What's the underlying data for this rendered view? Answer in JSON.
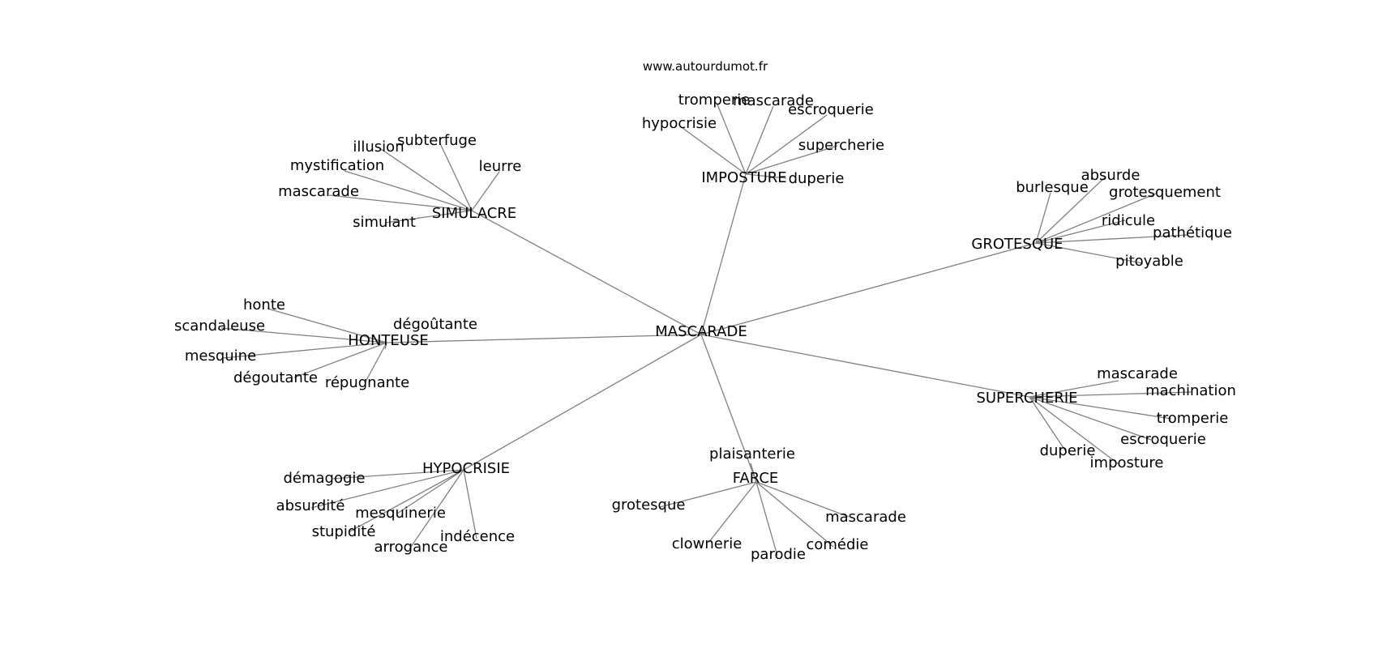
{
  "source": "www.autourdumot.fr",
  "graph": {
    "center": "MASCARADE",
    "clusters": [
      {
        "hub": "IMPOSTURE",
        "words": [
          "tromperie",
          "mascarade",
          "hypocrisie",
          "escroquerie",
          "supercherie",
          "duperie"
        ]
      },
      {
        "hub": "SIMULACRE",
        "words": [
          "subterfuge",
          "illusion",
          "mystification",
          "leurre",
          "mascarade",
          "simulant"
        ]
      },
      {
        "hub": "GROTESQUE",
        "words": [
          "absurde",
          "burlesque",
          "grotesquement",
          "ridicule",
          "pathétique",
          "pitoyable"
        ]
      },
      {
        "hub": "HONTEUSE",
        "words": [
          "honte",
          "dégoûtante",
          "scandaleuse",
          "mesquine",
          "dégoutante",
          "répugnante"
        ]
      },
      {
        "hub": "SUPERCHERIE",
        "words": [
          "mascarade",
          "machination",
          "tromperie",
          "escroquerie",
          "duperie",
          "imposture"
        ]
      },
      {
        "hub": "HYPOCRISIE",
        "words": [
          "démagogie",
          "absurdité",
          "mesquinerie",
          "stupidité",
          "indécence",
          "arrogance"
        ]
      },
      {
        "hub": "FARCE",
        "words": [
          "plaisanterie",
          "grotesque",
          "mascarade",
          "clownerie",
          "parodie",
          "comédie"
        ]
      }
    ]
  }
}
